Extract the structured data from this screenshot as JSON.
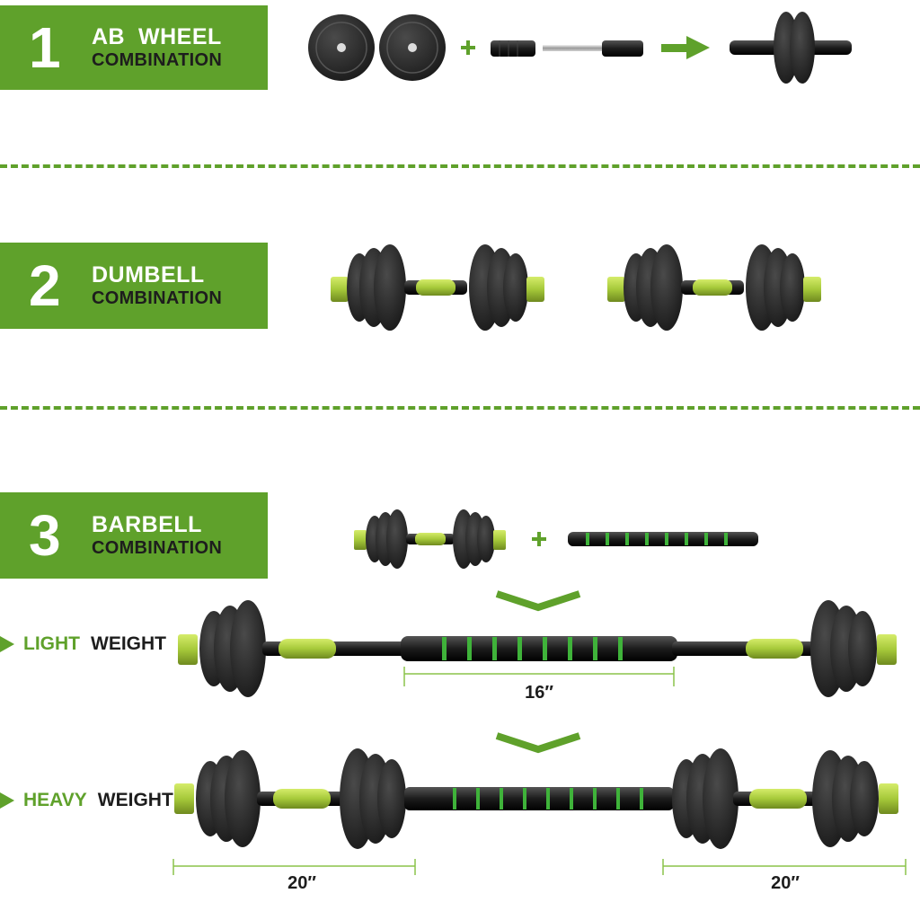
{
  "sections": [
    {
      "number": "1",
      "title_top": "AB  WHEEL",
      "title_bottom": "COMBINATION"
    },
    {
      "number": "2",
      "title_top": "DUMBELL",
      "title_bottom": "COMBINATION"
    },
    {
      "number": "3",
      "title_top": "BARBELL",
      "title_bottom": "COMBINATION"
    }
  ],
  "light": {
    "accent": "LIGHT",
    "label": "WEIGHT",
    "dimension": "16″"
  },
  "heavy": {
    "accent": "HEAVY",
    "label": "WEIGHT",
    "dimension_left": "20″",
    "dimension_right": "20″"
  },
  "colors": {
    "brand_green": "#5fa12b",
    "lime": "#a6c93a",
    "plate_black": "#1f1f1f"
  },
  "icons": [
    "plus-icon",
    "arrow-right-icon",
    "chevron-down-icon",
    "play-triangle-icon"
  ]
}
